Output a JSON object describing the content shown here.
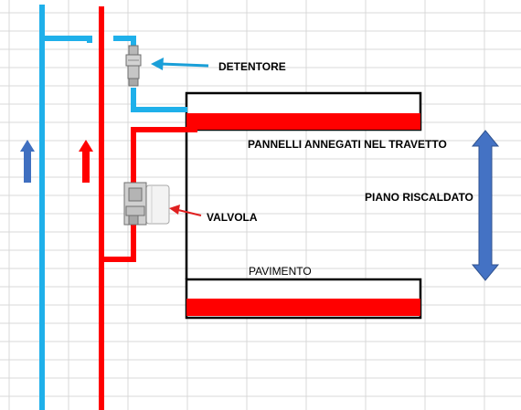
{
  "labels": {
    "detentore": "DETENTORE",
    "pannelli": "PANNELLI ANNEGATI NEL TRAVETTO",
    "piano": "PIANO RISCALDATO",
    "valvola": "VALVOLA",
    "pavimento": "PAVIMENTO"
  },
  "colors": {
    "supply": "#ff0000",
    "return": "#1fb0ea",
    "label_arrow_blue": "#1a9fd8",
    "label_arrow_red": "#e02020",
    "flow_arrow_blue": "#3f6fc0",
    "height_arrow": "#4472c4",
    "grid": "#d9d9d9",
    "outline": "#000000"
  },
  "icons": {
    "detentore": "lockshield-valve-icon",
    "valvola": "thermostatic-valve-icon",
    "flow_up_blue": "arrow-up-icon",
    "flow_up_red": "arrow-up-icon",
    "height": "double-arrow-vertical-icon"
  }
}
